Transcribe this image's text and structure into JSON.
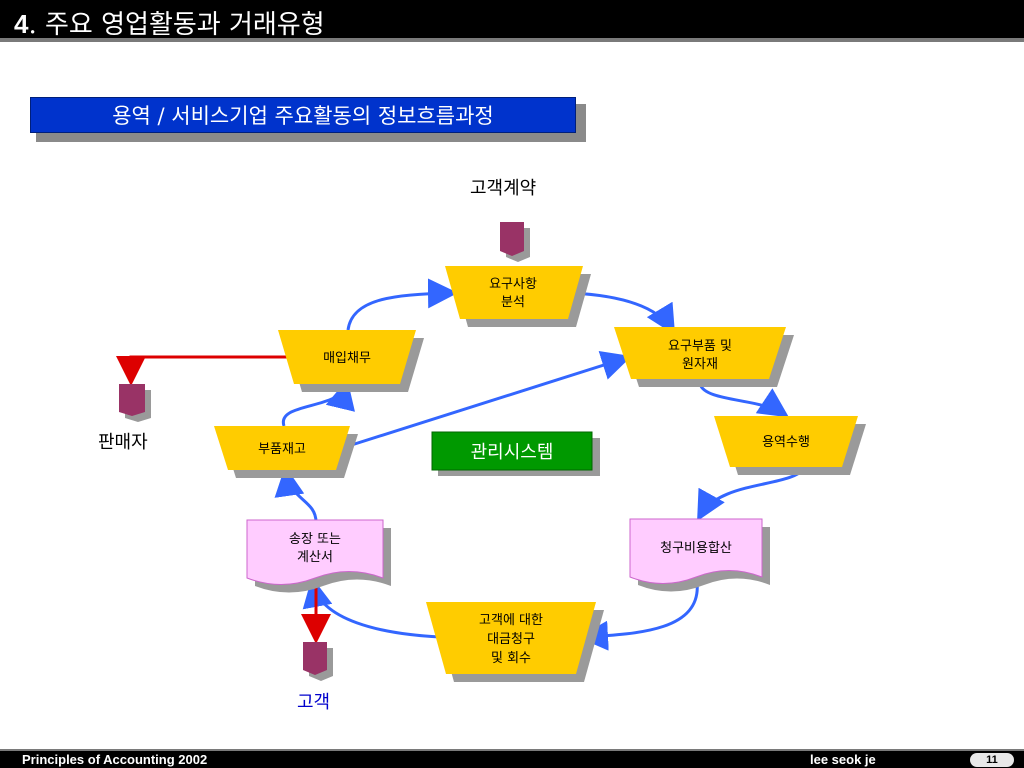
{
  "header": {
    "number": "4",
    "title": ". 주요 영업활동과 거래유형"
  },
  "subtitle": "용역 / 서비스기업 주요활동의 정보흐름과정",
  "labels": {
    "customer_contract": "고객계약",
    "seller": "판매자",
    "customer": "고객"
  },
  "nodes": {
    "requirement_analysis": [
      "요구사항",
      "분석"
    ],
    "parts_materials": [
      "요구부품 및",
      "원자재"
    ],
    "service_execution": "용역수행",
    "billing": "청구비용합산",
    "customer_billing": [
      "고객에 대한",
      "대금청구",
      "및 회수"
    ],
    "invoice": [
      "송장 또는",
      "계산서"
    ],
    "parts_inventory": "부품재고",
    "accounts_payable": "매입채무",
    "management_system": "관리시스템"
  },
  "colors": {
    "process_fill": "#ffcc00",
    "document_fill": "#ffccff",
    "system_fill": "#009900",
    "subtitle_fill": "#0033cc",
    "flow_arrow": "#3366ff",
    "external_arrow": "#dd0000",
    "entity_marker": "#993366"
  },
  "footer": {
    "course": "Principles of Accounting 2002",
    "author": "lee seok je",
    "page": "11"
  }
}
